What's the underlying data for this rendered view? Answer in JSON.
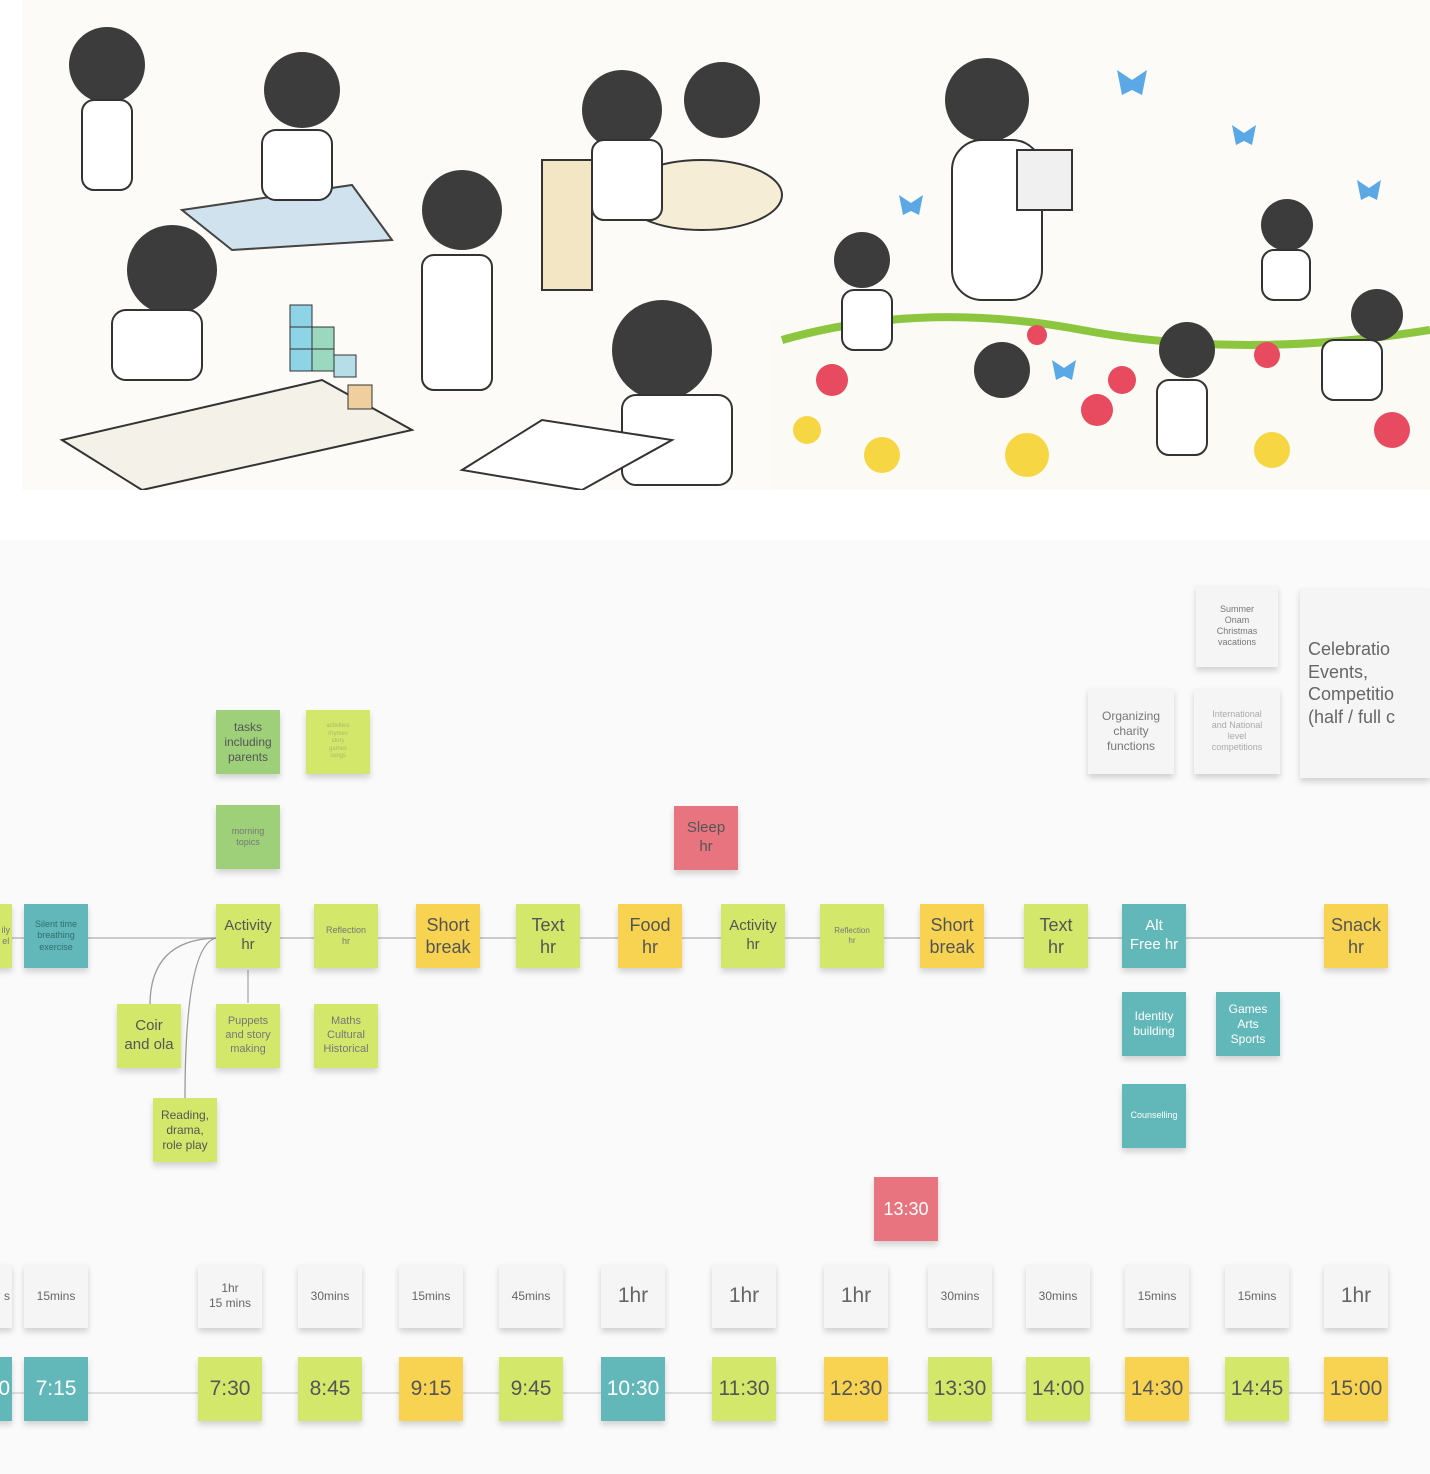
{
  "illustration": {
    "description_icon": "children-activities-illustration"
  },
  "planning": {
    "notes_right": {
      "vacations": "Summer\nOnam\nChristmas\nvacations",
      "charity": "Organizing\ncharity\nfunctions",
      "competitions": "International\nand National\nlevel\ncompetitions",
      "celebrations": "Celebratio\nEvents,\nCompetitio\n(half / full c"
    },
    "notes_top": {
      "tasks_parents": "tasks\nincluding\nparents",
      "lime_tiny": "activities\nrhymes\nstory\ngames\nsongs",
      "morning_topics": "morning\ntopics"
    },
    "sleep": "Sleep\nhr",
    "schedule": {
      "left_lime": "ily\nel",
      "left_teal": "Silent time\nbreathing\nexercise",
      "activity_1": "Activity\nhr",
      "reflection_1": "Reflection\nhr",
      "short_break_1": "Short\nbreak",
      "text_1": "Text\nhr",
      "food": "Food\nhr",
      "activity_2": "Activity\nhr",
      "reflection_2": "Reflection\nhr",
      "short_break_2": "Short\nbreak",
      "text_2": "Text\nhr",
      "alt_free": "Alt\nFree hr",
      "snack": "Snack\nhr"
    },
    "sub_notes": {
      "coir": "Coir\nand ola",
      "puppets": "Puppets\nand story\nmaking",
      "maths": "Maths\nCultural\nHistorical",
      "reading": "Reading,\ndrama,\nrole play",
      "identity": "Identity\nbuilding",
      "games": "Games\nArts\nSports",
      "counselling": "Counselling"
    },
    "marker_time": "13:30",
    "durations": [
      "s",
      "15mins",
      "1hr\n15 mins",
      "30mins",
      "15mins",
      "45mins",
      "1hr",
      "1hr",
      "1hr",
      "30mins",
      "30mins",
      "15mins",
      "15mins",
      "1hr"
    ],
    "times": [
      "0",
      "7:15",
      "7:30",
      "8:45",
      "9:15",
      "9:45",
      "10:30",
      "11:30",
      "12:30",
      "13:30",
      "14:00",
      "14:30",
      "14:45",
      "15:00"
    ]
  }
}
